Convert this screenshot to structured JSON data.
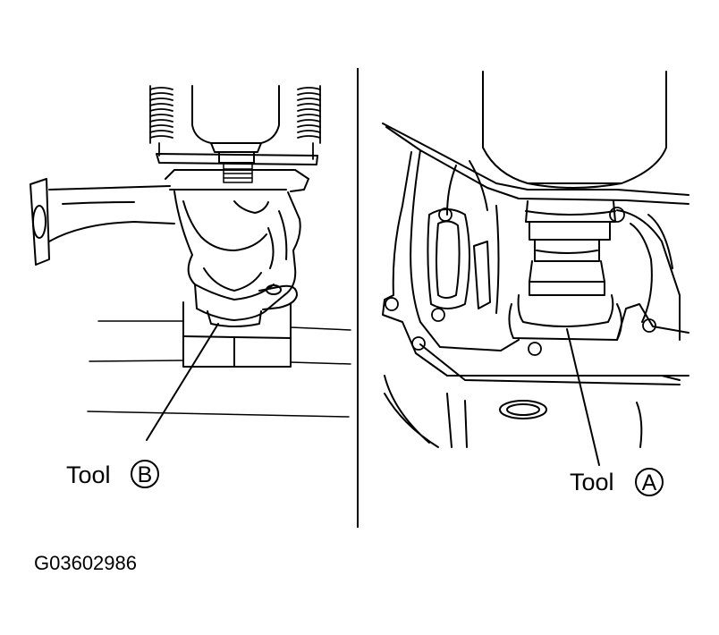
{
  "figure_code": "G03602986",
  "callouts": [
    {
      "prefix": "Tool",
      "letter": "B"
    },
    {
      "prefix": "Tool",
      "letter": "A"
    }
  ]
}
